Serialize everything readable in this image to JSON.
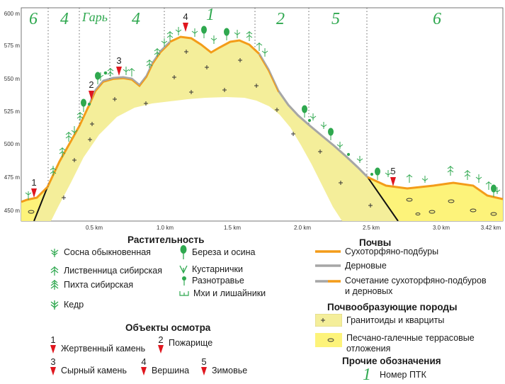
{
  "profile": {
    "y_axis": {
      "unit": "m",
      "ticks": [
        450,
        475,
        500,
        525,
        550,
        575,
        600
      ],
      "tick_labels": [
        "450 m",
        "475 m",
        "500 m",
        "525 m",
        "550 m",
        "575 m",
        "600 m"
      ]
    },
    "x_axis": {
      "ticks": [
        0.5,
        1.0,
        1.5,
        2.0,
        2.5,
        3.0,
        3.42
      ],
      "tick_labels": [
        "0.5 km",
        "1.0 km",
        "1.5 km",
        "2.0 km",
        "2.5 km",
        "3.0 km",
        "3.42 km"
      ]
    },
    "ptk_labels": [
      {
        "text": "6"
      },
      {
        "text": "4"
      },
      {
        "text": "Гарь"
      },
      {
        "text": "4"
      },
      {
        "text": "1"
      },
      {
        "text": "2"
      },
      {
        "text": "5"
      },
      {
        "text": "6"
      }
    ],
    "markers": [
      {
        "num": "1"
      },
      {
        "num": "2"
      },
      {
        "num": "3"
      },
      {
        "num": "4"
      },
      {
        "num": "5"
      }
    ],
    "colors": {
      "granitoid_fill": "#f4ee9a",
      "terrace_fill": "#fdf37a",
      "soil_orange": "#f39c19",
      "soil_gray": "#a6a6a6",
      "green": "#2fa84f",
      "marker_red": "#e0161e"
    }
  },
  "legend": {
    "vegetation": {
      "title": "Растительность",
      "items": [
        {
          "label": "Сосна обыкновенная",
          "icon": "pine-icon"
        },
        {
          "label": "Лиственница сибирская",
          "icon": "larch-icon"
        },
        {
          "label": "Пихта сибирская",
          "icon": "fir-icon"
        },
        {
          "label": "Кедр",
          "icon": "cedar-icon"
        },
        {
          "label": "Береза и осина",
          "icon": "birch-icon"
        },
        {
          "label": "Кустарнички",
          "icon": "shrub-icon"
        },
        {
          "label": "Разнотравье",
          "icon": "herb-icon"
        },
        {
          "label": "Мхи и лишайники",
          "icon": "moss-icon"
        }
      ]
    },
    "objects": {
      "title": "Объекты осмотра",
      "items": [
        {
          "num": "1",
          "label": "Жертвенный камень"
        },
        {
          "num": "2",
          "label": "Пожарище"
        },
        {
          "num": "3",
          "label": "Сырный камень"
        },
        {
          "num": "4",
          "label": "Вершина"
        },
        {
          "num": "5",
          "label": "Зимовье"
        }
      ]
    },
    "soils": {
      "title": "Почвы",
      "items": [
        {
          "label": "Сухоторфяно-подбуры"
        },
        {
          "label": "Дерновые"
        },
        {
          "label": "Сочетание сухоторфяно-подбуров",
          "label2": "и дерновых"
        }
      ]
    },
    "rocks": {
      "title": "Почвообразующие породы",
      "items": [
        {
          "label": "Гранитоиды и кварциты"
        },
        {
          "label": "Песчано-галечные террасовые",
          "label2": "отложения"
        }
      ]
    },
    "other": {
      "title": "Прочие обозначения",
      "items": [
        {
          "num": "1",
          "label": "Номер ПТК"
        }
      ]
    }
  }
}
